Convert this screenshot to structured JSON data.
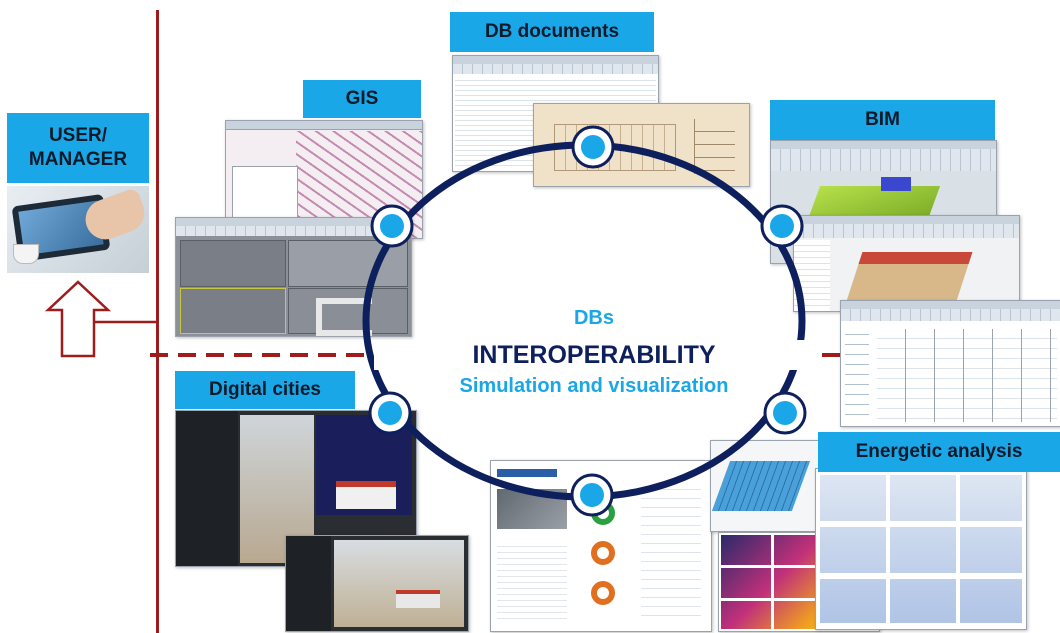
{
  "left_panel": {
    "title_line1": "USER/",
    "title_line2": "MANAGER"
  },
  "labels": {
    "db_documents": "DB documents",
    "gis": "GIS",
    "bim": "BIM",
    "digital_cities": "Digital cities",
    "energetic_analysis": "Energetic analysis"
  },
  "center": {
    "dbs": "DBs",
    "interoperability": "INTEROPERABILITY",
    "simulation": "Simulation and visualization"
  },
  "colors": {
    "accent_blue": "#1aa7e8",
    "ellipse_navy": "#0d1f5c",
    "dark_red": "#a01c1c",
    "text_dark": "#0d1a2a"
  }
}
